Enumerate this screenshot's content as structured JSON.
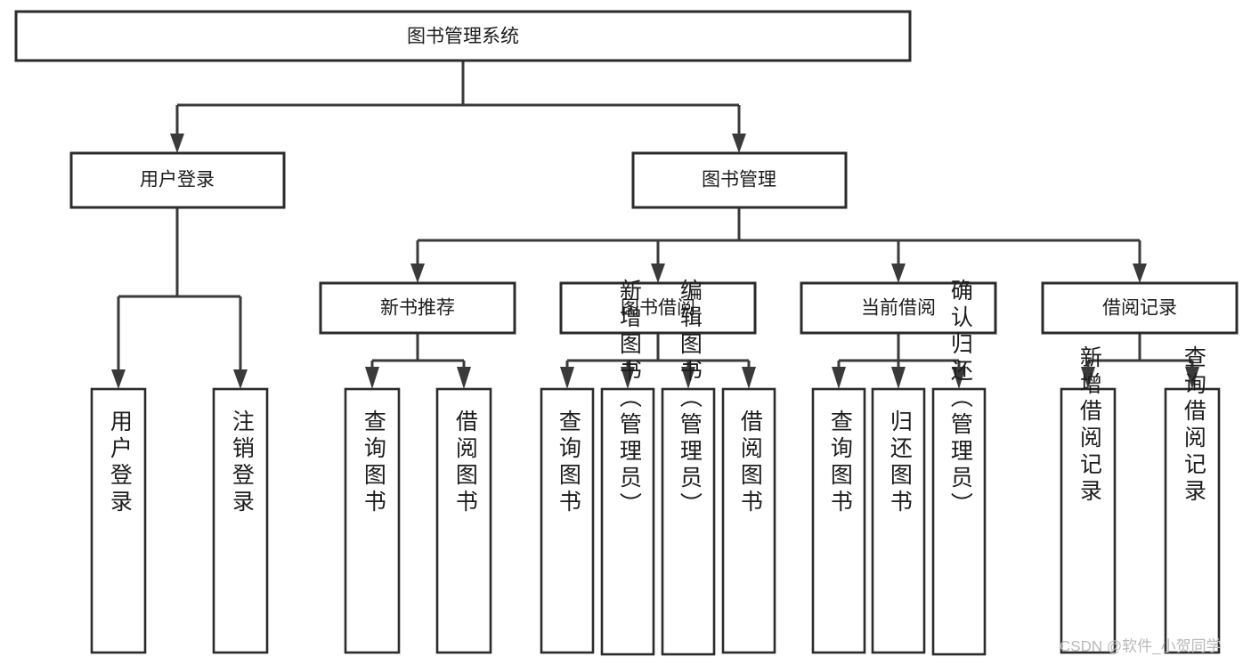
{
  "diagram": {
    "title": "图书管理系统",
    "type": "hierarchy-tree",
    "root": {
      "id": "root",
      "label": "图书管理系统",
      "orientation": "horizontal"
    },
    "level2": [
      {
        "id": "user-login",
        "label": "用户登录",
        "orientation": "horizontal"
      },
      {
        "id": "book-management",
        "label": "图书管理",
        "orientation": "horizontal"
      }
    ],
    "level3": [
      {
        "id": "new-book-recommend",
        "label": "新书推荐",
        "orientation": "horizontal",
        "parent": "book-management"
      },
      {
        "id": "book-borrow",
        "label": "图书借阅",
        "orientation": "horizontal",
        "parent": "book-management"
      },
      {
        "id": "current-borrow",
        "label": "当前借阅",
        "orientation": "horizontal",
        "parent": "book-management"
      },
      {
        "id": "borrow-record",
        "label": "借阅记录",
        "orientation": "horizontal",
        "parent": "book-management"
      }
    ],
    "leaves": [
      {
        "id": "leaf-user-login",
        "label": "用户登录",
        "orientation": "vertical",
        "parent": "user-login"
      },
      {
        "id": "leaf-user-logout",
        "label": "注销登录",
        "orientation": "vertical",
        "parent": "user-login"
      },
      {
        "id": "leaf-query-book-1",
        "label": "查询图书",
        "orientation": "vertical",
        "parent": "new-book-recommend"
      },
      {
        "id": "leaf-borrow-book-1",
        "label": "借阅图书",
        "orientation": "vertical",
        "parent": "new-book-recommend"
      },
      {
        "id": "leaf-query-book-2",
        "label": "查询图书",
        "orientation": "vertical",
        "parent": "book-borrow"
      },
      {
        "id": "leaf-add-book",
        "label": "新增图书（管理员）",
        "orientation": "vertical",
        "parent": "book-borrow"
      },
      {
        "id": "leaf-edit-book",
        "label": "编辑图书（管理员）",
        "orientation": "vertical",
        "parent": "book-borrow"
      },
      {
        "id": "leaf-borrow-book-2",
        "label": "借阅图书",
        "orientation": "vertical",
        "parent": "book-borrow"
      },
      {
        "id": "leaf-query-book-3",
        "label": "查询图书",
        "orientation": "vertical",
        "parent": "current-borrow"
      },
      {
        "id": "leaf-return-book",
        "label": "归还图书",
        "orientation": "vertical",
        "parent": "current-borrow"
      },
      {
        "id": "leaf-confirm-return",
        "label": "确认归还（管理员）",
        "orientation": "vertical",
        "parent": "current-borrow"
      },
      {
        "id": "leaf-add-record",
        "label": "新增借阅记录",
        "orientation": "vertical",
        "parent": "borrow-record"
      },
      {
        "id": "leaf-query-record",
        "label": "查询借阅记录",
        "orientation": "vertical",
        "parent": "borrow-record"
      }
    ]
  },
  "watermark": {
    "text": "CSDN @软件_小贺同学"
  },
  "colors": {
    "background": "#ffffff",
    "box_fill": "#ffffff",
    "box_stroke": "#2b2b2b",
    "connector": "#3a3a3a",
    "text": "#1c1c1c",
    "watermark": "#b9b9b9"
  }
}
